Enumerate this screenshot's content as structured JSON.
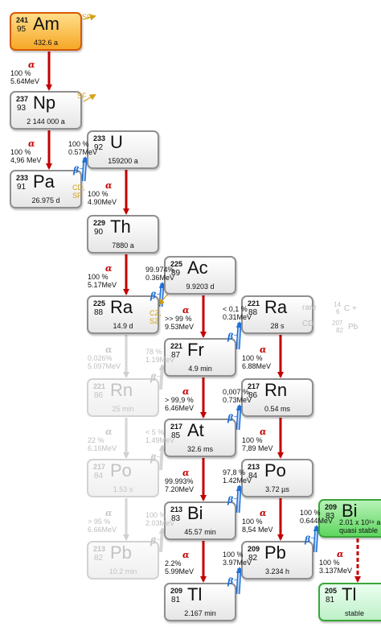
{
  "nuclides": [
    {
      "id": "Am241",
      "mass": "241",
      "z": "95",
      "symbol": "Am",
      "half": "432.6 a",
      "style": "start"
    },
    {
      "id": "Np237",
      "mass": "237",
      "z": "93",
      "symbol": "Np",
      "half": "2 144 000 a",
      "style": "normal"
    },
    {
      "id": "U233",
      "mass": "233",
      "z": "92",
      "symbol": "U",
      "half": "159200 a",
      "style": "normal"
    },
    {
      "id": "Pa233",
      "mass": "233",
      "z": "91",
      "symbol": "Pa",
      "half": "26.975 d",
      "style": "normal"
    },
    {
      "id": "Th229",
      "mass": "229",
      "z": "90",
      "symbol": "Th",
      "half": "7880 a",
      "style": "normal"
    },
    {
      "id": "Ac225",
      "mass": "225",
      "z": "89",
      "symbol": "Ac",
      "half": "9.9203 d",
      "style": "normal"
    },
    {
      "id": "Ra225",
      "mass": "225",
      "z": "88",
      "symbol": "Ra",
      "half": "14.9 d",
      "style": "normal"
    },
    {
      "id": "Ra221",
      "mass": "221",
      "z": "88",
      "symbol": "Ra",
      "half": "28 s",
      "style": "normal"
    },
    {
      "id": "Fr221",
      "mass": "221",
      "z": "87",
      "symbol": "Fr",
      "half": "4.9 min",
      "style": "normal"
    },
    {
      "id": "Rn221",
      "mass": "221",
      "z": "86",
      "symbol": "Rn",
      "half": "25 min",
      "style": "dim"
    },
    {
      "id": "Rn217",
      "mass": "217",
      "z": "86",
      "symbol": "Rn",
      "half": "0.54 ms",
      "style": "normal"
    },
    {
      "id": "At217",
      "mass": "217",
      "z": "85",
      "symbol": "At",
      "half": "32.6 ms",
      "style": "normal"
    },
    {
      "id": "Po217",
      "mass": "217",
      "z": "84",
      "symbol": "Po",
      "half": "1.53 s",
      "style": "dim"
    },
    {
      "id": "Po213",
      "mass": "213",
      "z": "84",
      "symbol": "Po",
      "half": "3.72 µs",
      "style": "normal"
    },
    {
      "id": "Bi213",
      "mass": "213",
      "z": "83",
      "symbol": "Bi",
      "half": "45.57 min",
      "style": "normal"
    },
    {
      "id": "Bi209",
      "mass": "209",
      "z": "83",
      "symbol": "Bi",
      "half": "2.01 x 10¹⁹ a\nquasi stable",
      "style": "bi"
    },
    {
      "id": "Pb213",
      "mass": "213",
      "z": "82",
      "symbol": "Pb",
      "half": "10.2 min",
      "style": "dim"
    },
    {
      "id": "Pb209",
      "mass": "209",
      "z": "82",
      "symbol": "Pb",
      "half": "3.234 h",
      "style": "normal"
    },
    {
      "id": "Tl209",
      "mass": "209",
      "z": "81",
      "symbol": "Tl",
      "half": "2.167 min",
      "style": "normal"
    },
    {
      "id": "Tl205",
      "mass": "205",
      "z": "81",
      "symbol": "Tl",
      "half": "stable",
      "style": "tl-end"
    }
  ],
  "decays": [
    {
      "from": "Am241",
      "to": "Np237",
      "mode": "alpha",
      "symbol": "α",
      "label": "100 %\n5.64MeV",
      "dim": false
    },
    {
      "from": "Np237",
      "to": "Pa233",
      "mode": "alpha",
      "symbol": "α",
      "label": "100 %\n4,96 MeV",
      "dim": false
    },
    {
      "from": "Pa233",
      "to": "U233",
      "mode": "beta",
      "symbol": "β⁻",
      "label": "100 %\n0.57MeV",
      "dim": false
    },
    {
      "from": "U233",
      "to": "Th229",
      "mode": "alpha",
      "symbol": "α",
      "label": "100 %\n4.90MeV",
      "dim": false
    },
    {
      "from": "Th229",
      "to": "Ra225",
      "mode": "alpha",
      "symbol": "α",
      "label": "100 %\n5.17MeV",
      "dim": false
    },
    {
      "from": "Ra225",
      "to": "Ac225",
      "mode": "beta",
      "symbol": "β⁻",
      "label": "99.974%\n0.36MeV",
      "dim": false
    },
    {
      "from": "Ac225",
      "to": "Fr221",
      "mode": "alpha",
      "symbol": "α",
      "label": ">> 99 %\n9.53MeV",
      "dim": false
    },
    {
      "from": "Fr221",
      "to": "Ra221",
      "mode": "beta",
      "symbol": "β⁻",
      "label": "< 0,1 %\n0.31MeV",
      "dim": false
    },
    {
      "from": "Ra225",
      "to": "Rn221",
      "mode": "alpha",
      "symbol": "α",
      "label": "0.026%\n5.097MeV",
      "dim": true
    },
    {
      "from": "Rn221",
      "to": "Fr221",
      "mode": "beta",
      "symbol": "β⁻",
      "label": "78 %\n1.19MeV",
      "dim": true
    },
    {
      "from": "Fr221",
      "to": "At217",
      "mode": "alpha",
      "symbol": "α",
      "label": "> 99,9 %\n6.46MeV",
      "dim": false
    },
    {
      "from": "Ra221",
      "to": "Rn217",
      "mode": "alpha",
      "symbol": "α",
      "label": "100 %\n6.88MeV",
      "dim": false
    },
    {
      "from": "At217",
      "to": "Rn217",
      "mode": "beta",
      "symbol": "β⁻",
      "label": "0,007 %\n0.73MeV",
      "dim": false
    },
    {
      "from": "Rn221",
      "to": "Po217",
      "mode": "alpha",
      "symbol": "α",
      "label": "22 %\n6.16MeV",
      "dim": true
    },
    {
      "from": "Po217",
      "to": "At217",
      "mode": "beta",
      "symbol": "β⁻",
      "label": "< 5 %\n1.49MeV",
      "dim": true
    },
    {
      "from": "At217",
      "to": "Bi213",
      "mode": "alpha",
      "symbol": "α",
      "label": "99.993%\n7.20MeV",
      "dim": false
    },
    {
      "from": "Rn217",
      "to": "Po213",
      "mode": "alpha",
      "symbol": "α",
      "label": "100 %\n7,89 MeV",
      "dim": false
    },
    {
      "from": "Bi213",
      "to": "Po213",
      "mode": "beta",
      "symbol": "β⁻",
      "label": "97,8 %\n1.42MeV",
      "dim": false
    },
    {
      "from": "Po217",
      "to": "Pb213",
      "mode": "alpha",
      "symbol": "α",
      "label": "> 95 %\n6.66MeV",
      "dim": true
    },
    {
      "from": "Pb213",
      "to": "Bi213",
      "mode": "beta",
      "symbol": "β⁻",
      "label": "100 %\n2.03MeV",
      "dim": true
    },
    {
      "from": "Po213",
      "to": "Pb209",
      "mode": "alpha",
      "symbol": "α",
      "label": "100 %\n8,54 MeV",
      "dim": false
    },
    {
      "from": "Pb209",
      "to": "Bi209",
      "mode": "beta",
      "symbol": "β⁻",
      "label": "100 %\n0.644MeV",
      "dim": false
    },
    {
      "from": "Bi213",
      "to": "Tl209",
      "mode": "alpha",
      "symbol": "α",
      "label": "2.2%\n5.99MeV",
      "dim": false
    },
    {
      "from": "Tl209",
      "to": "Pb209",
      "mode": "beta",
      "symbol": "β⁻",
      "label": "100 %\n3.97MeV",
      "dim": false
    },
    {
      "from": "Bi209",
      "to": "Tl205",
      "mode": "alpha",
      "symbol": "α",
      "label": "100 %\n3.137MeV",
      "dim": false,
      "dashed": true
    }
  ],
  "side_branches": [
    {
      "from": "Am241",
      "label": "SF"
    },
    {
      "from": "Np237",
      "label": "SF"
    },
    {
      "from": "Pa233",
      "label": "CD,\nSF"
    },
    {
      "from": "Ac225",
      "label": "CZ,\nSZ"
    }
  ],
  "rare_note": {
    "rare": "rare",
    "cd": "CD",
    "c_mass": "14",
    "c_z": "6",
    "c_sym": "C +",
    "pb_mass": "207",
    "pb_z": "82",
    "pb_sym": "Pb"
  }
}
